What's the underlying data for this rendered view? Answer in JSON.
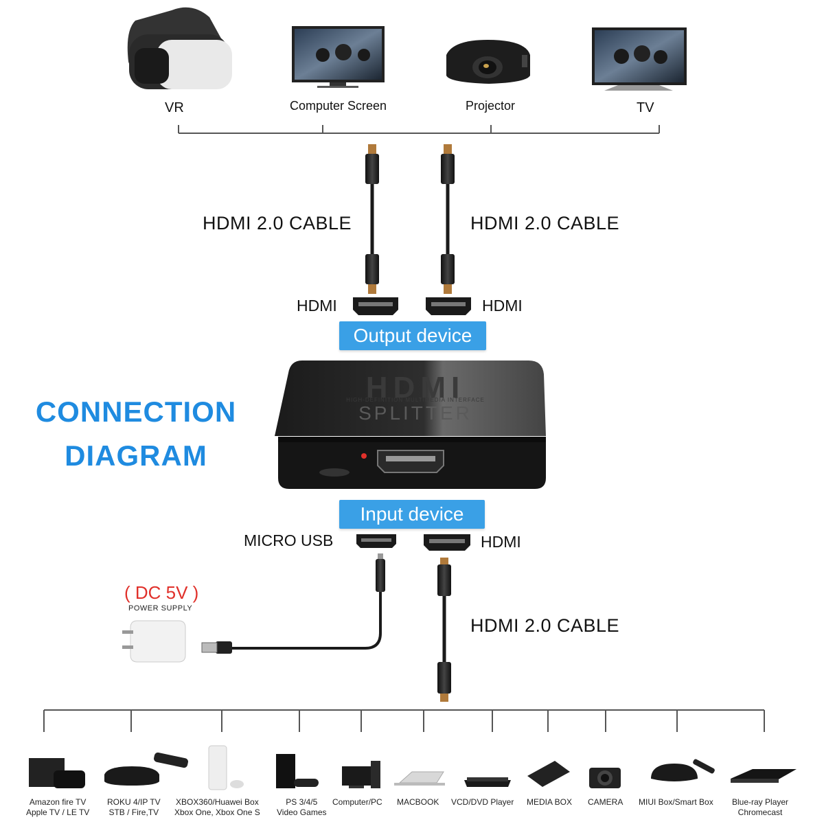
{
  "outputs": [
    {
      "label": "VR",
      "icon": "vr-headset-icon"
    },
    {
      "label": "Computer Screen",
      "icon": "monitor-icon"
    },
    {
      "label": "Projector",
      "icon": "projector-icon"
    },
    {
      "label": "TV",
      "icon": "tv-icon"
    }
  ],
  "cables": {
    "left": "HDMI 2.0 CABLE",
    "right": "HDMI 2.0 CABLE",
    "input": "HDMI 2.0 CABLE"
  },
  "ports": {
    "out_left": "HDMI",
    "out_right": "HDMI",
    "in_usb": "MICRO USB",
    "in_hdmi": "HDMI"
  },
  "tags": {
    "output": "Output device",
    "input": "Input device"
  },
  "title": {
    "line1": "CONNECTION",
    "line2": "DIAGRAM"
  },
  "device": {
    "brand": "HDMI",
    "model": "SPLITTER",
    "tagline": "HIGH-DEFINITION MULTIMEDIA INTERFACE"
  },
  "power": {
    "voltage": "( DC 5V )",
    "caption": "POWER SUPPLY"
  },
  "sources": [
    {
      "line1": "Amazon fire TV",
      "line2": "Apple TV / LE TV",
      "icon": "tv-box-icon"
    },
    {
      "line1": "ROKU 4/IP TV",
      "line2": "STB / Fire,TV",
      "icon": "roku-icon"
    },
    {
      "line1": "XBOX360/Huawei Box",
      "line2": "Xbox One, Xbox One S",
      "icon": "xbox-icon"
    },
    {
      "line1": "PS 3/4/5",
      "line2": "Video Games",
      "icon": "playstation-icon"
    },
    {
      "line1": "Computer/PC",
      "line2": "",
      "icon": "computer-icon"
    },
    {
      "line1": "MACBOOK",
      "line2": "",
      "icon": "laptop-icon"
    },
    {
      "line1": "VCD/DVD Player",
      "line2": "",
      "icon": "dvd-player-icon"
    },
    {
      "line1": "MEDIA BOX",
      "line2": "",
      "icon": "media-box-icon"
    },
    {
      "line1": "CAMERA",
      "line2": "",
      "icon": "camera-icon"
    },
    {
      "line1": "MIUI Box/Smart Box",
      "line2": "",
      "icon": "smart-box-icon"
    },
    {
      "line1": "Blue-ray Player",
      "line2": "Chromecast",
      "icon": "bluray-player-icon"
    }
  ],
  "colors": {
    "accent_blue": "#3aa0e6",
    "title_blue": "#1f8be0",
    "power_red": "#e0302a"
  }
}
